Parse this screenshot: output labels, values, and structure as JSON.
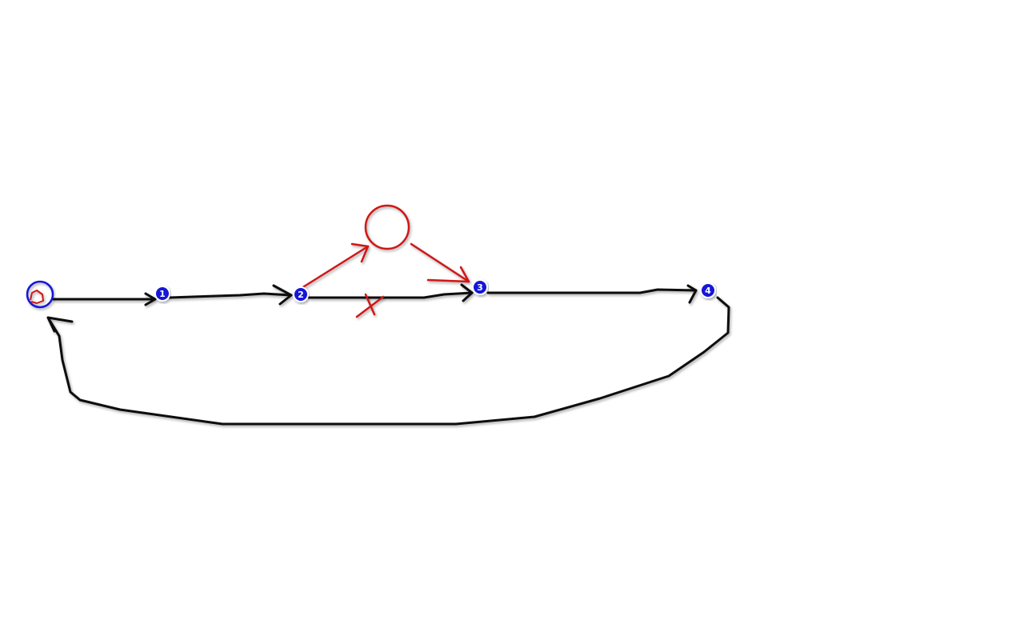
{
  "colors": {
    "background": "#ffffff",
    "ink": "#111111",
    "correction": "#d01818",
    "node": "#1515d8",
    "node_ring": "#ffffff"
  },
  "nodes": [
    {
      "label": "1"
    },
    {
      "label": "2"
    },
    {
      "label": "3"
    },
    {
      "label": "4"
    }
  ]
}
